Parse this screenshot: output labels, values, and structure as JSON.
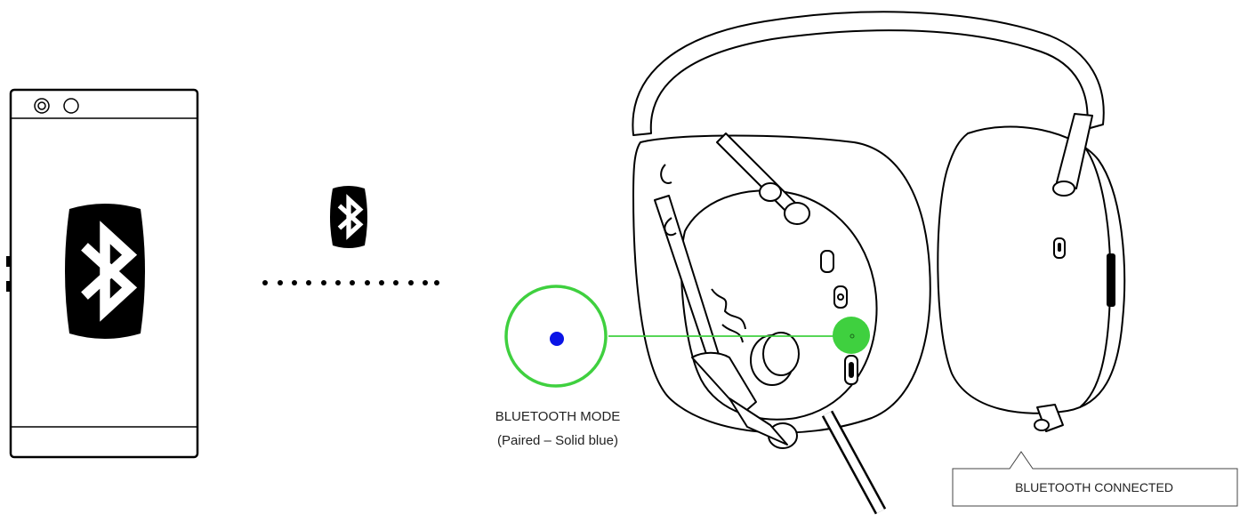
{
  "led_indicator": {
    "label_line1": "BLUETOOTH MODE",
    "label_line2": "(Paired – Solid blue)",
    "led_color": "#0a14e6",
    "highlight_color": "#3fd03f"
  },
  "callout": {
    "label": "BLUETOOTH CONNECTED"
  },
  "icons": {
    "phone_bluetooth": "bluetooth-icon",
    "signal_bluetooth": "bluetooth-icon"
  },
  "colors": {
    "line": "#000000",
    "highlight": "#3fd03f",
    "led": "#0a14e6"
  }
}
